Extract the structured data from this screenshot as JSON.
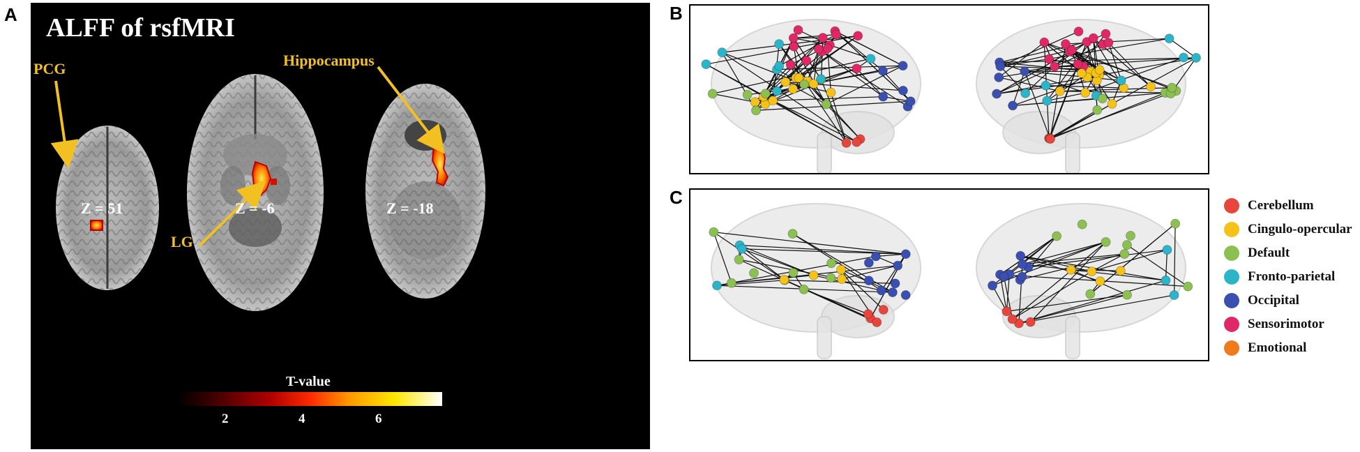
{
  "panel_letters": {
    "a": "A",
    "b": "B",
    "c": "C"
  },
  "panel_a": {
    "title": "ALFF of rsfMRI",
    "slices": [
      {
        "label": "Z = 51"
      },
      {
        "label": "Z = -6"
      },
      {
        "label": "Z = -18"
      }
    ],
    "regions": {
      "pcg": "PCG",
      "lg": "LG",
      "hippocampus": "Hippocampus"
    },
    "colorbar": {
      "title": "T-value",
      "ticks": [
        "2",
        "4",
        "6"
      ]
    },
    "colors": {
      "arrow": "#f2c020",
      "background": "#000000"
    }
  },
  "legend": {
    "items": [
      {
        "label": "Cerebellum",
        "color": "#e8453c"
      },
      {
        "label": "Cingulo-opercular",
        "color": "#f5c218"
      },
      {
        "label": "Default",
        "color": "#8cc152"
      },
      {
        "label": "Fronto-parietal",
        "color": "#2cb5c9"
      },
      {
        "label": "Occipital",
        "color": "#3a4fb0"
      },
      {
        "label": "Sensorimotor",
        "color": "#e02866"
      },
      {
        "label": "Emotional",
        "color": "#f07a1c"
      }
    ]
  }
}
